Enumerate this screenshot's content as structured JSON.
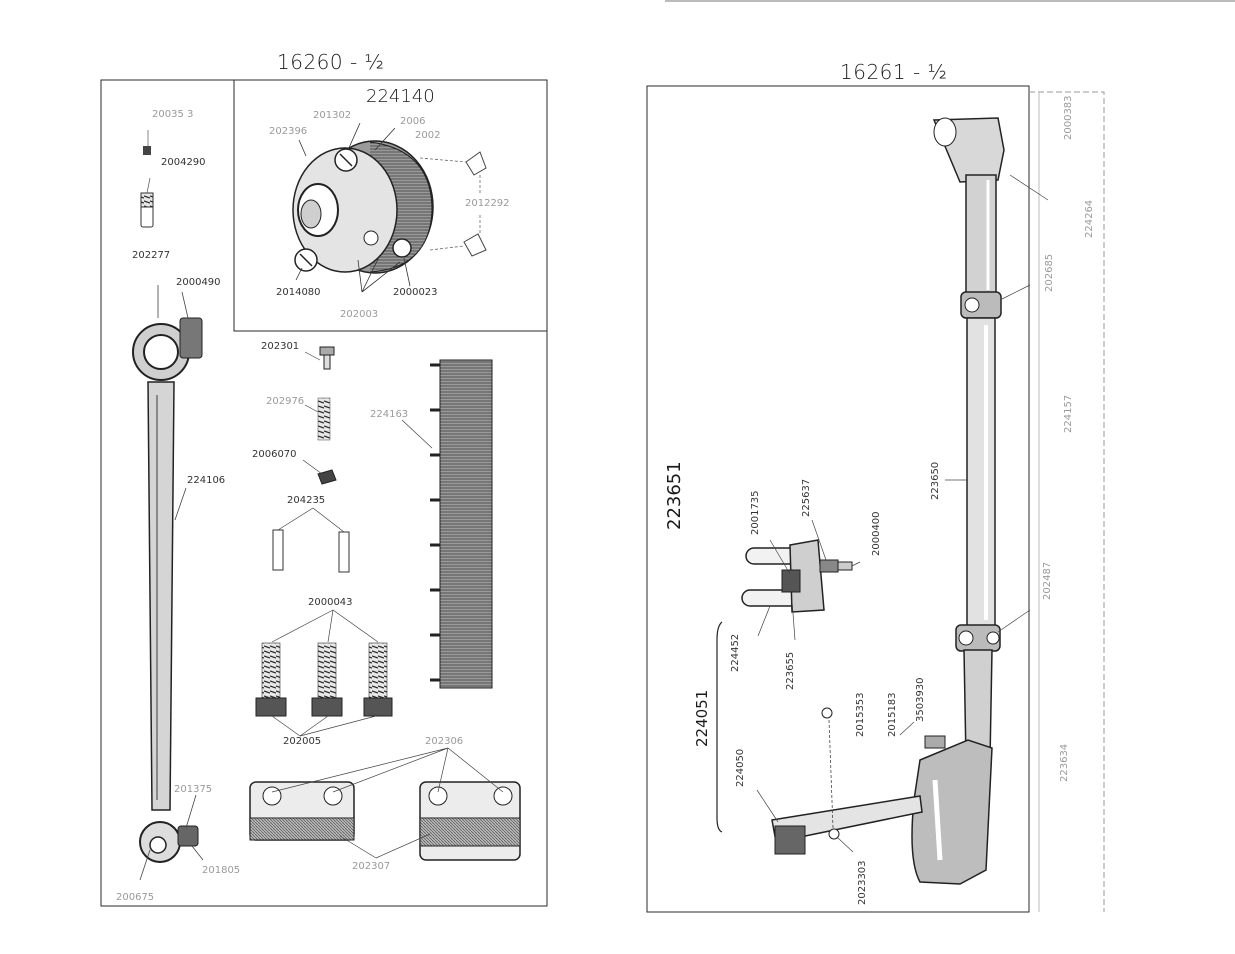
{
  "left_sheet": {
    "title": "16260 - ½",
    "inset_title": "224140",
    "labels": {
      "p200353": "20035 3",
      "p2004290": "2004290",
      "p202277": "202277",
      "p2000490": "2000490",
      "p224106": "224106",
      "p201375": "201375",
      "p201805": "201805",
      "p200675": "200675",
      "p201302": "201302",
      "p202396": "202396",
      "p2006": "2006",
      "p2002": "2002",
      "p201292": "2012292",
      "p2014080": "2014080",
      "p2000023": "2000023",
      "p202003": "202003",
      "p202301": "202301",
      "p202976": "202976",
      "p2006070": "2006070",
      "p204235": "204235",
      "p224163": "224163",
      "p2000043": "2000043",
      "p202005": "202005",
      "p202306": "202306",
      "p202307": "202307"
    }
  },
  "right_sheet": {
    "title": "16261 - ½",
    "labels": {
      "p223651": "223651",
      "p224051": "224051",
      "p2001735": "2001735",
      "p225637": "225637",
      "p2000400": "2000400",
      "p224452": "224452",
      "p223655": "223655",
      "p2015353": "2015353",
      "p2015183": "2015183",
      "p3503930": "3503930",
      "p224050": "224050",
      "p2023303": "2023303",
      "p223650": "223650",
      "p202685": "202685",
      "p202487": "202487",
      "p2000383": "2000383",
      "p224264": "224264",
      "p224157": "224157",
      "p223634": "223634"
    }
  },
  "colors": {
    "ink": "#1b1b1b",
    "gray": "#8a8a8a",
    "paper": "#ffffff"
  }
}
